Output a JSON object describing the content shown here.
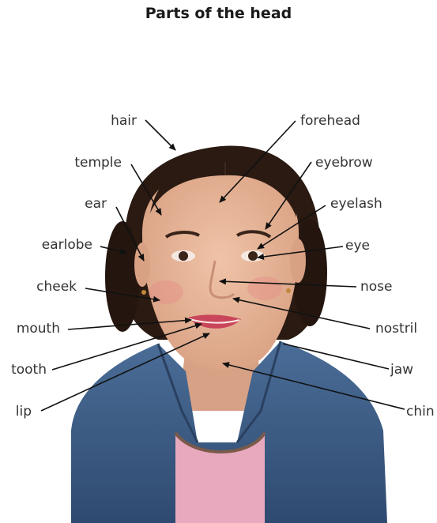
{
  "title": "Parts of the head",
  "labels_left": {
    "hair": "hair",
    "temple": "temple",
    "ear": "ear",
    "earlobe": "earlobe",
    "cheek": "cheek",
    "mouth": "mouth",
    "tooth": "tooth",
    "lip": "lip"
  },
  "labels_right": {
    "forehead": "forehead",
    "eyebrow": "eyebrow",
    "eyelash": "eyelash",
    "eye": "eye",
    "nose": "nose",
    "nostril": "nostril",
    "jaw": "jaw",
    "chin": "chin"
  },
  "colors": {
    "hair": "#2a1a12",
    "skin": "#e6b59a",
    "jacket": "#3f5f8a",
    "shirt": "#e8a9bf",
    "arrow": "#111111"
  }
}
